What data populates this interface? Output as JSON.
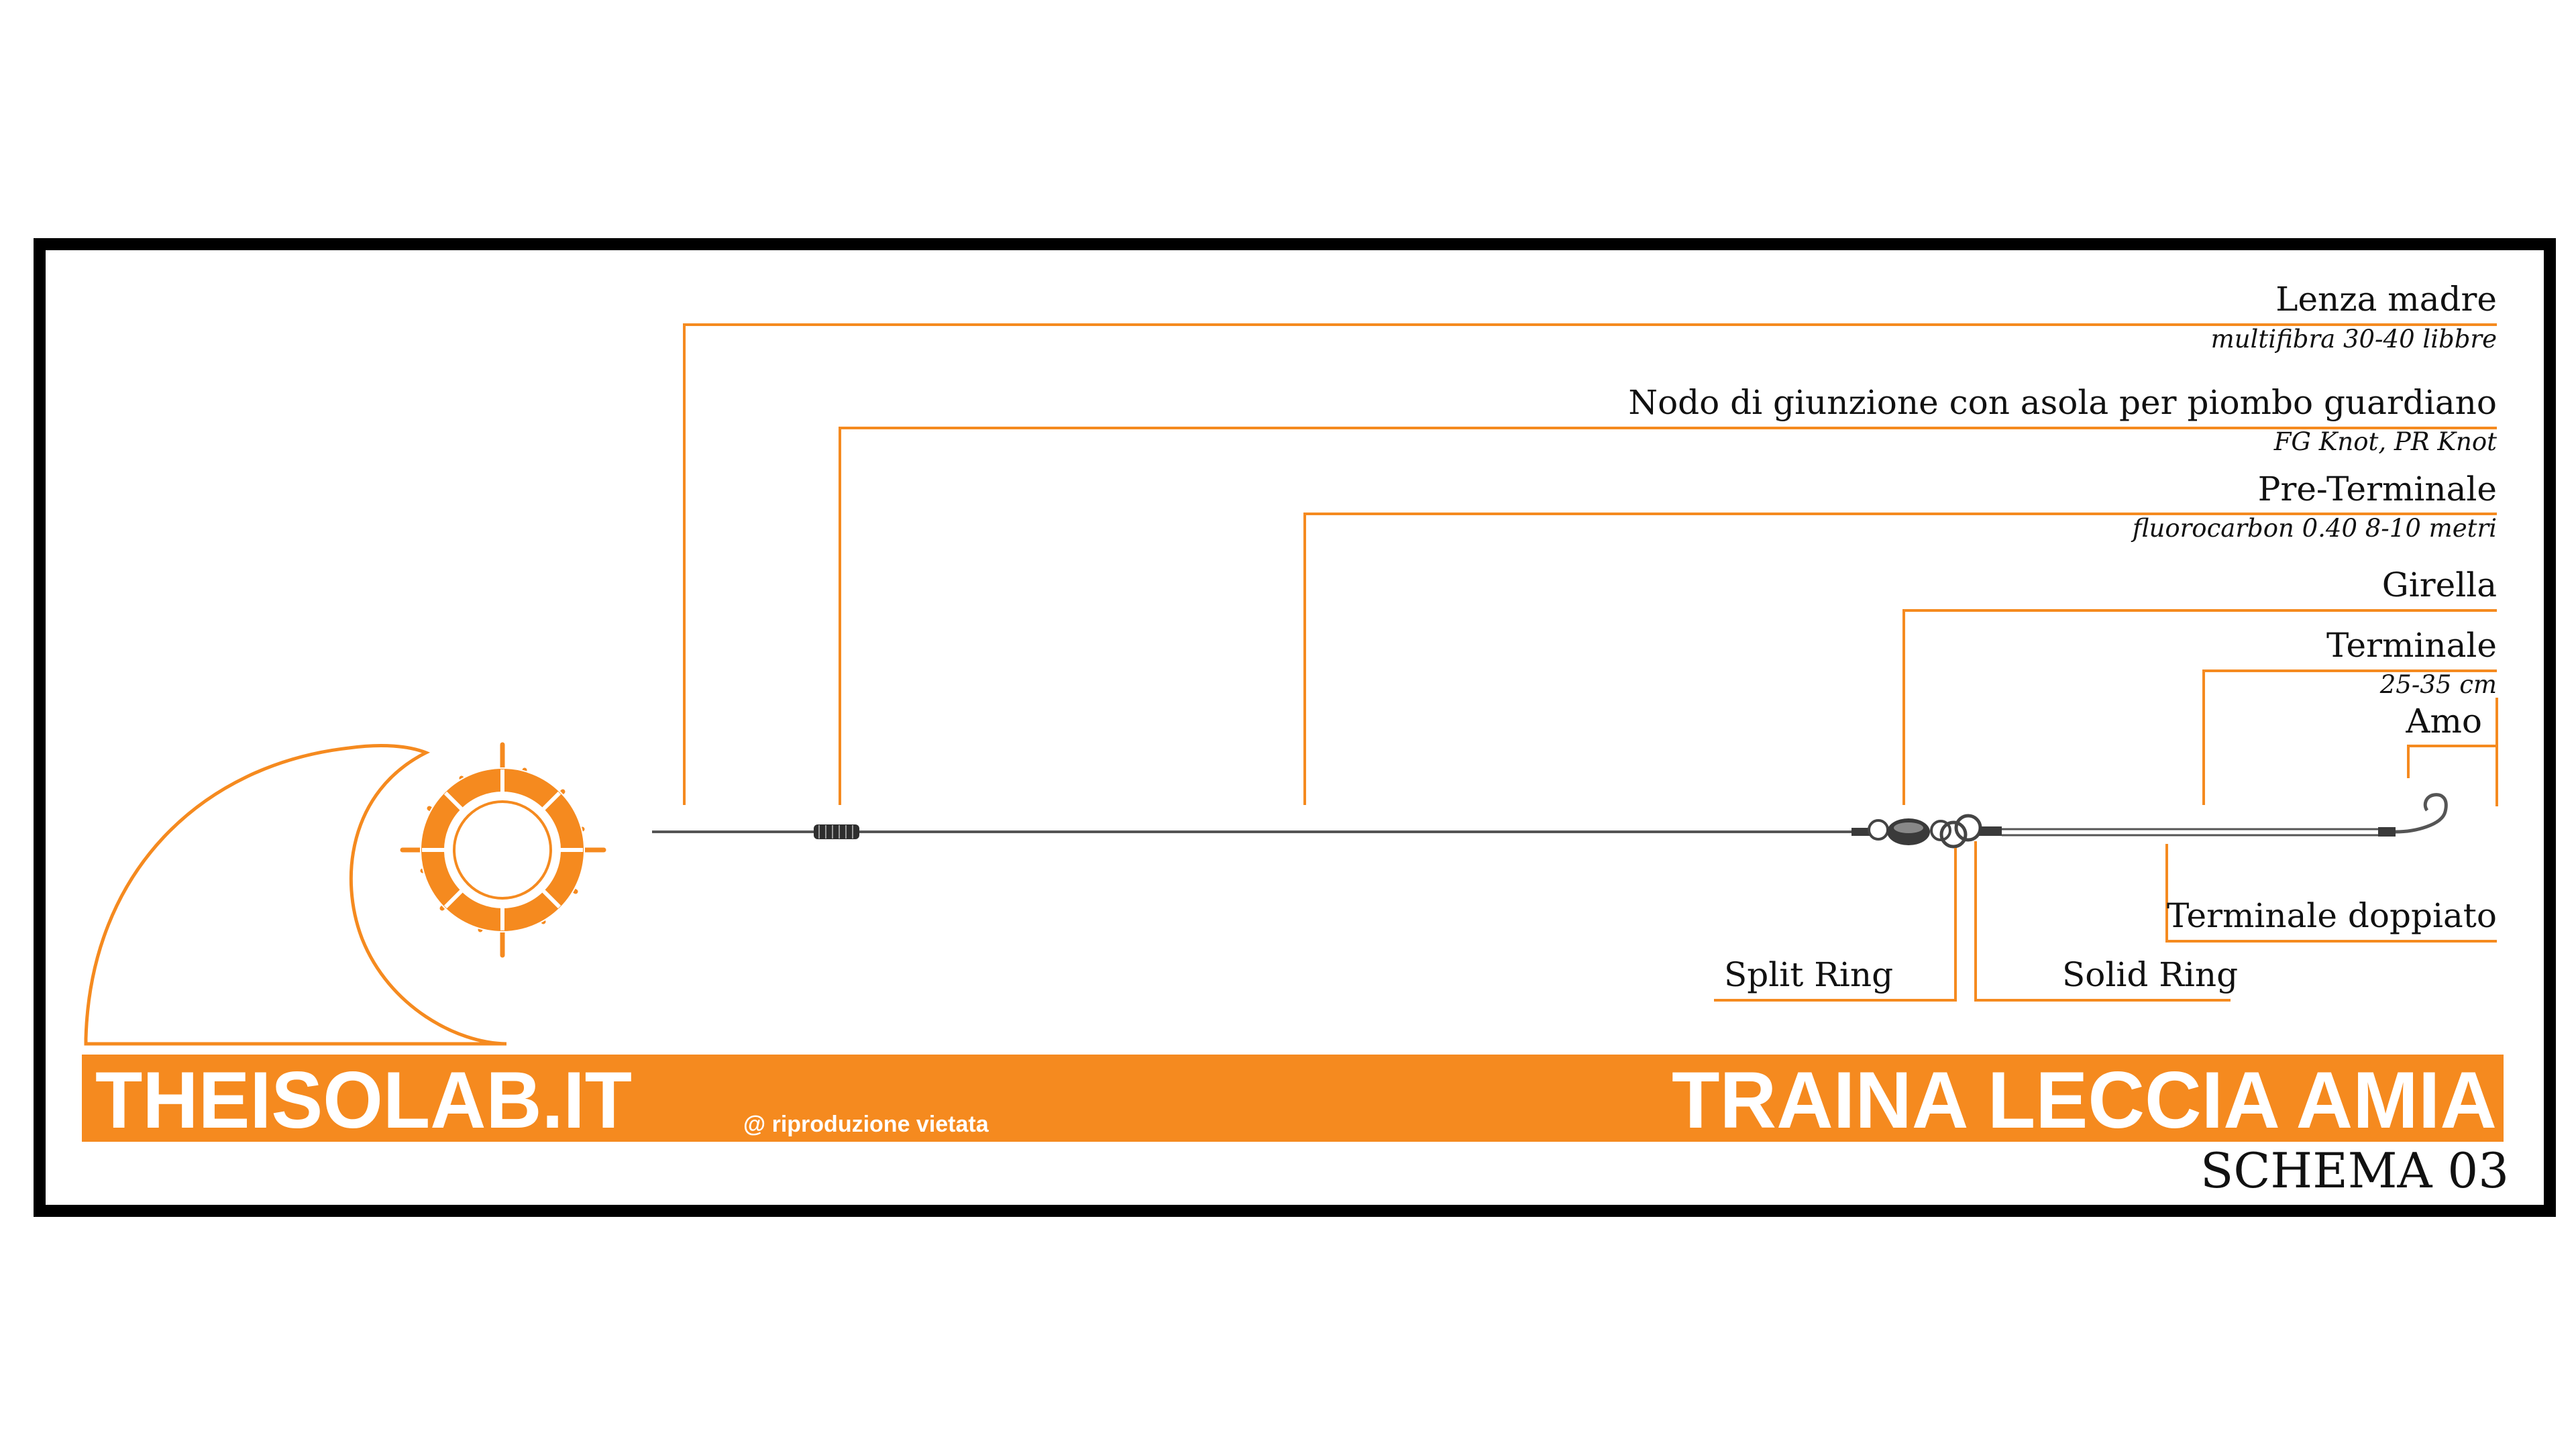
{
  "brand": {
    "site": "THEISOLAB.IT",
    "notice": "@ riproduzione vietata",
    "accent_color": "#f58a1f",
    "logo_icon": "wave-and-ship-wheel-logo"
  },
  "title": {
    "main": "TRAINA LECCIA AMIA",
    "schema": "SCHEMA 03"
  },
  "labels": {
    "lenza_madre": {
      "name": "Lenza madre",
      "detail": "multifibra 30-40 libbre"
    },
    "nodo": {
      "name": "Nodo di giunzione con asola per piombo guardiano",
      "detail": "FG Knot, PR Knot"
    },
    "pre_terminale": {
      "name": "Pre-Terminale",
      "detail": "fluorocarbon 0.40 8-10 metri"
    },
    "girella": {
      "name": "Girella"
    },
    "terminale": {
      "name": "Terminale",
      "detail": "25-35 cm"
    },
    "amo": {
      "name": "Amo"
    },
    "terminale_doppiato": {
      "name": "Terminale doppiato"
    },
    "split_ring": {
      "name": "Split Ring"
    },
    "solid_ring": {
      "name": "Solid Ring"
    }
  }
}
